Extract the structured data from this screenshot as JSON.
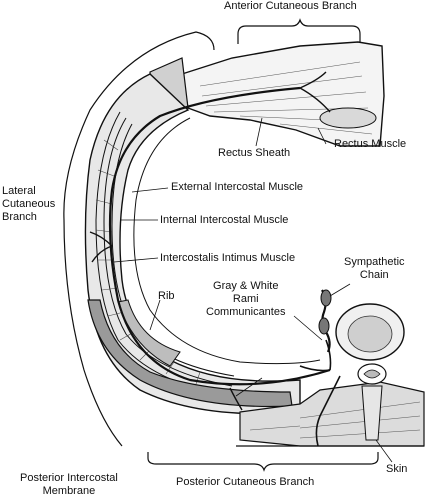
{
  "labels": {
    "anterior_cutaneous_branch": "Anterior Cutaneous Branch",
    "rectus_sheath": "Rectus Sheath",
    "rectus_muscle": "Rectus Muscle",
    "lateral_cutaneous_branch": [
      "Lateral",
      "Cutaneous",
      "Branch"
    ],
    "external_intercostal_muscle": "External Intercostal Muscle",
    "internal_intercostal_muscle": "Internal Intercostal Muscle",
    "intercostalis_intimus_muscle": "Intercostalis Intimus Muscle",
    "sympathetic_chain": [
      "Sympathetic",
      "Chain"
    ],
    "gray_white_rami": [
      "Gray & White",
      "Rami",
      "Communicantes"
    ],
    "rib": "Rib",
    "posterior_intercostal_membrane": [
      "Posterior Intercostal",
      "Membrane"
    ],
    "posterior_cutaneous_branch": "Posterior Cutaneous Branch",
    "skin": "Skin"
  },
  "colors": {
    "ink": "#111111",
    "paper": "#ffffff",
    "shade": "#cfcfcf",
    "dark_shade": "#8a8a8a"
  }
}
